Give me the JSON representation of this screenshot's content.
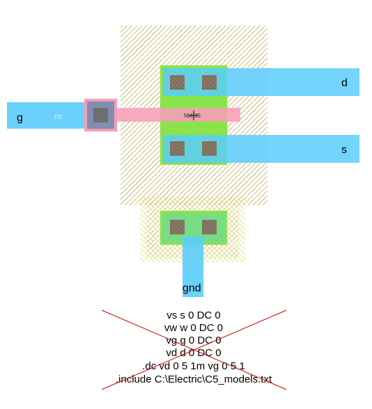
{
  "labels": {
    "port_d": "d",
    "port_s": "s",
    "port_g": "g",
    "port_gnd": "gnd",
    "poly_tag": "FS",
    "transistor_tag": "NMOS"
  },
  "spice_lines": [
    "vs s 0 DC 0",
    "vw w 0 DC 0",
    "vg g 0 DC 0",
    "vd d 0 DC 0",
    ".dc vd 0 5 1m vg 0 5 1",
    ".include C:\\Electric\\C5_models.txt"
  ],
  "colors": {
    "metal1": "#5bcdfb",
    "active": "#7fe33c",
    "poly": "#f99cb9",
    "contact": "#8a7a6a",
    "nwell_hatch": "#9b7a00",
    "select_hatch": "#d6c600",
    "strike": "#cc0000"
  }
}
